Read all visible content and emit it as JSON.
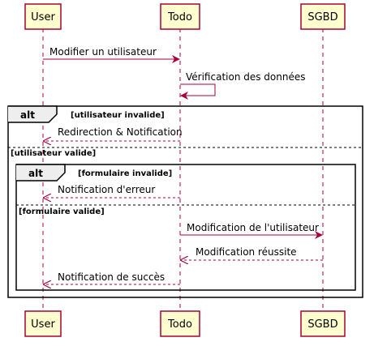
{
  "participants": [
    {
      "id": "user",
      "label": "User"
    },
    {
      "id": "todo",
      "label": "Todo"
    },
    {
      "id": "sgbd",
      "label": "SGBD"
    }
  ],
  "messages": [
    {
      "id": "m1",
      "from": "user",
      "to": "todo",
      "label": "Modifier un utilisateur",
      "style": "solid"
    },
    {
      "id": "m2",
      "from": "todo",
      "to": "todo",
      "label": "Vérification des données",
      "style": "solid"
    },
    {
      "id": "m3",
      "from": "todo",
      "to": "user",
      "label": "Redirection & Notification",
      "style": "dashed"
    },
    {
      "id": "m4",
      "from": "todo",
      "to": "user",
      "label": "Notification d'erreur",
      "style": "dashed"
    },
    {
      "id": "m5",
      "from": "todo",
      "to": "sgbd",
      "label": "Modification de l'utilisateur",
      "style": "solid"
    },
    {
      "id": "m6",
      "from": "sgbd",
      "to": "todo",
      "label": "Modification réussite",
      "style": "dashed"
    },
    {
      "id": "m7",
      "from": "todo",
      "to": "user",
      "label": "Notification de succès",
      "style": "dashed"
    }
  ],
  "fragments": [
    {
      "id": "outer",
      "keyword": "alt",
      "conditions": [
        "[utilisateur invalide]",
        "[utilisateur valide]"
      ]
    },
    {
      "id": "inner",
      "keyword": "alt",
      "conditions": [
        "[formulaire invalide]",
        "[formulaire valide]"
      ]
    }
  ],
  "colors": {
    "participant_fill": "#FEFECE",
    "participant_border": "#A80036",
    "lifeline": "#A80036",
    "arrow": "#A80036",
    "fragment_border": "#000000"
  }
}
